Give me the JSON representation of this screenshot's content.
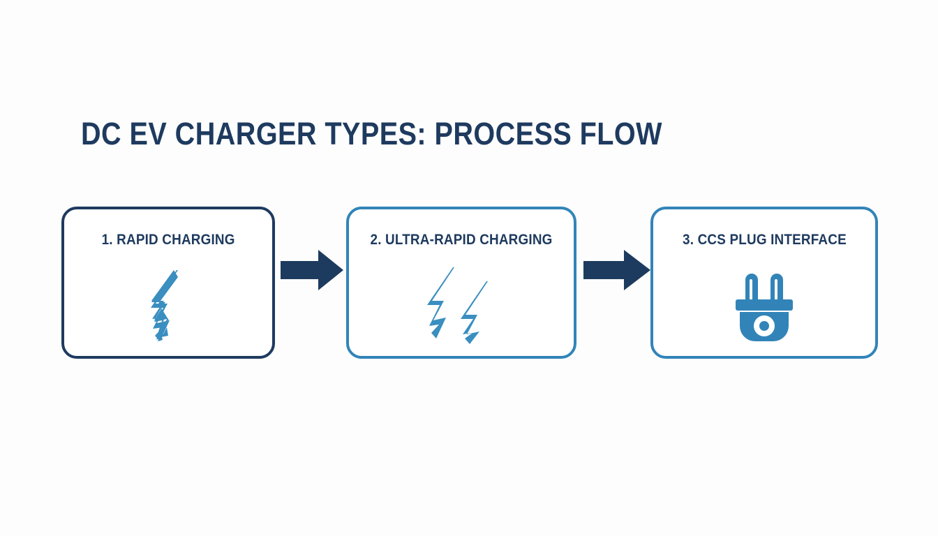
{
  "page": {
    "title": "DC EV CHARGER TYPES: PROCESS FLOW",
    "background_color": "#fdfdfd"
  },
  "colors": {
    "navy": "#1e3a5f",
    "blue": "#3284b8",
    "icon_blue": "#3a8ec0",
    "arrow_navy": "#1d3b5e",
    "box_fill": "#ffffff"
  },
  "flow": {
    "steps": [
      {
        "label": "1. RAPID CHARGING",
        "icon": "lightning-bolt-icon",
        "border_color": "#1e3a5f"
      },
      {
        "label": "2. ULTRA-RAPID CHARGING",
        "icon": "double-lightning-bolt-icon",
        "border_color": "#3284b8"
      },
      {
        "label": "3. CCS PLUG INTERFACE",
        "icon": "plug-icon",
        "border_color": "#3284b8"
      }
    ],
    "connectors": [
      {
        "icon": "right-arrow-icon",
        "from": 1,
        "to": 2
      },
      {
        "icon": "right-arrow-icon",
        "from": 2,
        "to": 3
      }
    ]
  }
}
